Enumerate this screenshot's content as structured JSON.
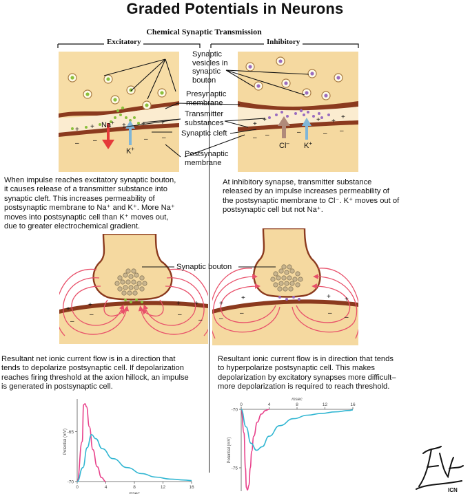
{
  "title": "Graded Potentials in Neurons",
  "subtitle": "Chemical Synaptic Transmission",
  "sections": {
    "excitatory": "Excitatory",
    "inhibitory": "Inhibitory"
  },
  "labels": {
    "synaptic_vesicles": [
      "Synaptic",
      "vesicles in",
      "synaptic",
      "bouton"
    ],
    "presynaptic_membrane": [
      "Presynaptic",
      "membrane"
    ],
    "transmitter_substances": [
      "Transmitter",
      "substances"
    ],
    "synaptic_cleft": "Synaptic cleft",
    "postsynaptic_membrane": [
      "Postsynaptic",
      "membrane"
    ],
    "synaptic_bouton": "Synaptic bouton"
  },
  "ions": {
    "na": "Na",
    "k": "K",
    "cl": "Cl",
    "plus": "+",
    "minus": "–"
  },
  "paragraphs": {
    "excitatory_top": [
      "When impulse reaches excitatory synaptic bouton,",
      "it causes release of a transmitter substance into",
      "synaptic cleft. This increases permeability of",
      "postsynaptic membrane to Na⁺ and K⁺. More Na⁺",
      "moves into postsynaptic cell than K⁺ moves out,",
      "due to greater electrochemical gradient."
    ],
    "inhibitory_top": [
      "At inhibitory synapse, transmitter substance",
      "released by an impulse increases permeability of",
      "the postsynaptic membrane to Cl⁻. K⁺ moves out of",
      "postsynaptic cell but not Na⁺."
    ],
    "excitatory_bottom": [
      "Resultant net ionic current flow is in a direction that",
      "tends to depolarize postsynaptic cell. If  depolarization",
      "reaches firing threshold at the axion hillock, an impulse",
      "is generated in postsynaptic cell."
    ],
    "inhibitory_bottom": [
      "Resultant ionic current flow is in direction that tends",
      "to hyperpolarize postsynaptic cell. This makes",
      "depolarization by excitatory synapses more difficult–",
      "more depolarization is required to reach threshold."
    ]
  },
  "chart_data": [
    {
      "type": "line",
      "title": "",
      "xlabel": "msec",
      "ylabel": "Potential (mV)",
      "xlim": [
        0,
        16
      ],
      "ylim": [
        -70,
        -62
      ],
      "xticks": [
        "0",
        "4",
        "8",
        "12",
        "16"
      ],
      "yticks": [
        "-65",
        "-70"
      ],
      "series": [
        {
          "color": "#e8408a",
          "x": [
            0,
            0.7,
            0.9,
            1.1,
            1.3,
            1.7,
            2.2,
            2.8,
            3.4,
            4.0
          ],
          "y": [
            -70,
            -66,
            -62.3,
            -62.2,
            -62.5,
            -64.5,
            -66.8,
            -68.5,
            -69.6,
            -70
          ]
        },
        {
          "color": "#31b6d2",
          "x": [
            0,
            0.8,
            1.4,
            2.0,
            2.6,
            3.5,
            5,
            7,
            9,
            11,
            13,
            15,
            16
          ],
          "y": [
            -70,
            -68.6,
            -66.6,
            -65.3,
            -65.7,
            -66.7,
            -67.7,
            -68.6,
            -69.2,
            -69.55,
            -69.75,
            -69.85,
            -69.9
          ]
        }
      ]
    },
    {
      "type": "line",
      "title": "",
      "xlabel": "msec",
      "ylabel": "Potential (mV)",
      "xlim": [
        0,
        16
      ],
      "ylim": [
        -77,
        -70
      ],
      "xticks": [
        "0",
        "4",
        "8",
        "12",
        "16"
      ],
      "yticks": [
        "-70",
        "-75"
      ],
      "series": [
        {
          "color": "#e8408a",
          "x": [
            0,
            0.4,
            0.6,
            0.75,
            0.9,
            1.1,
            1.3,
            1.5,
            1.8,
            2.3,
            2.9,
            3.5,
            4.0
          ],
          "y": [
            -70,
            -72,
            -75,
            -76.7,
            -76.9,
            -76.5,
            -75,
            -73.6,
            -72.3,
            -71.1,
            -70.4,
            -70.1,
            -70
          ]
        },
        {
          "color": "#31b6d2",
          "x": [
            0,
            0.7,
            1.4,
            2.2,
            3.0,
            4,
            5.5,
            7.5,
            9.5,
            11.5,
            13.5,
            15.5,
            16
          ],
          "y": [
            -70,
            -71.5,
            -72.9,
            -73.5,
            -73.2,
            -72.3,
            -71.4,
            -70.8,
            -70.5,
            -70.35,
            -70.22,
            -70.1,
            -70.05
          ]
        }
      ]
    }
  ],
  "colors": {
    "cell_fill": "#f5d9a0",
    "membrane": "#8b3a1e",
    "excitatory_vesicle": "#8ac03c",
    "inhibitory_vesicle": "#9a6cc0",
    "na_arrow": "#e53a3a",
    "k_arrow": "#7fb6d8",
    "cl_arrow": "#b08a7a",
    "current": "#e8506a",
    "curve_pink": "#e8408a",
    "curve_cyan": "#31b6d2"
  }
}
